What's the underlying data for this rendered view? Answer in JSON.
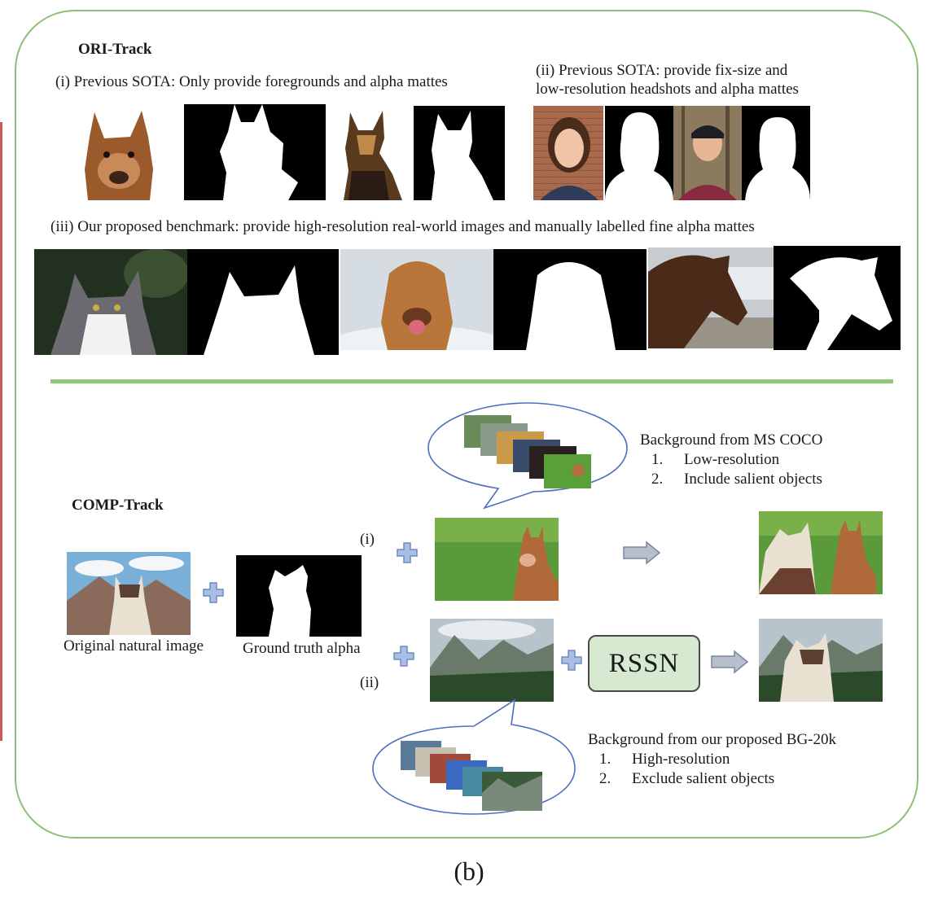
{
  "ori_track": {
    "title": "ORI-Track",
    "row_i_label": "(i) Previous SOTA: Only provide foregrounds and alpha mattes",
    "row_ii_label_line1": "(ii) Previous SOTA: provide fix-size and",
    "row_ii_label_line2": "low-resolution headshots and alpha mattes",
    "row_iii_label": "(iii) Our proposed benchmark: provide high-resolution real-world images and manually labelled fine alpha mattes"
  },
  "comp_track": {
    "title": "COMP-Track",
    "original_caption": "Original natural image",
    "alpha_caption": "Ground truth alpha",
    "branch_i_label": "(i)",
    "branch_ii_label": "(ii)",
    "rssn_label": "RSSN",
    "coco_note": {
      "title": "Background from MS COCO",
      "items": [
        {
          "num": "1.",
          "text": "Low-resolution"
        },
        {
          "num": "2.",
          "text": "Include salient objects"
        }
      ]
    },
    "bg20k_note": {
      "title": "Background from our proposed BG-20k",
      "items": [
        {
          "num": "1.",
          "text": "High-resolution"
        },
        {
          "num": "2.",
          "text": "Exclude salient objects"
        }
      ]
    }
  },
  "figure_caption": "(b)"
}
